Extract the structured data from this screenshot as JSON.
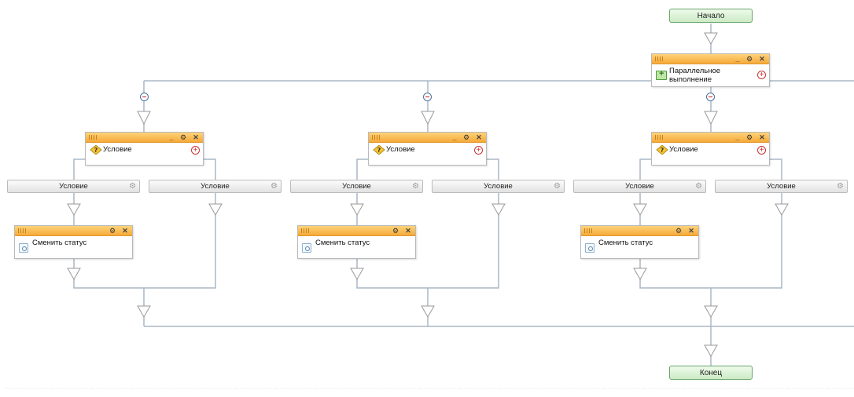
{
  "start_label": "Начало",
  "end_label": "Конец",
  "parallel_block": {
    "label": "Параллельное выполнение",
    "icon": "parallel-execution-icon"
  },
  "branches": [
    {
      "condition_block": {
        "label": "Условие",
        "icon": "condition-icon"
      },
      "condition_left": "Условие",
      "condition_right": "Условие",
      "status_block": {
        "label": "Сменить статус",
        "icon": "status-icon"
      }
    },
    {
      "condition_block": {
        "label": "Условие",
        "icon": "condition-icon"
      },
      "condition_left": "Условие",
      "condition_right": "Условие",
      "status_block": {
        "label": "Сменить статус",
        "icon": "status-icon"
      }
    },
    {
      "condition_block": {
        "label": "Условие",
        "icon": "condition-icon"
      },
      "condition_left": "Условие",
      "condition_right": "Условие",
      "status_block": {
        "label": "Сменить статус",
        "icon": "status-icon"
      }
    }
  ],
  "colors": {
    "block_header": "#f5a93a",
    "connector": "#a8b7c6",
    "start_end_fill": "#cdebc6",
    "start_end_border": "#6aa56a",
    "add_button": "#cc3333"
  }
}
